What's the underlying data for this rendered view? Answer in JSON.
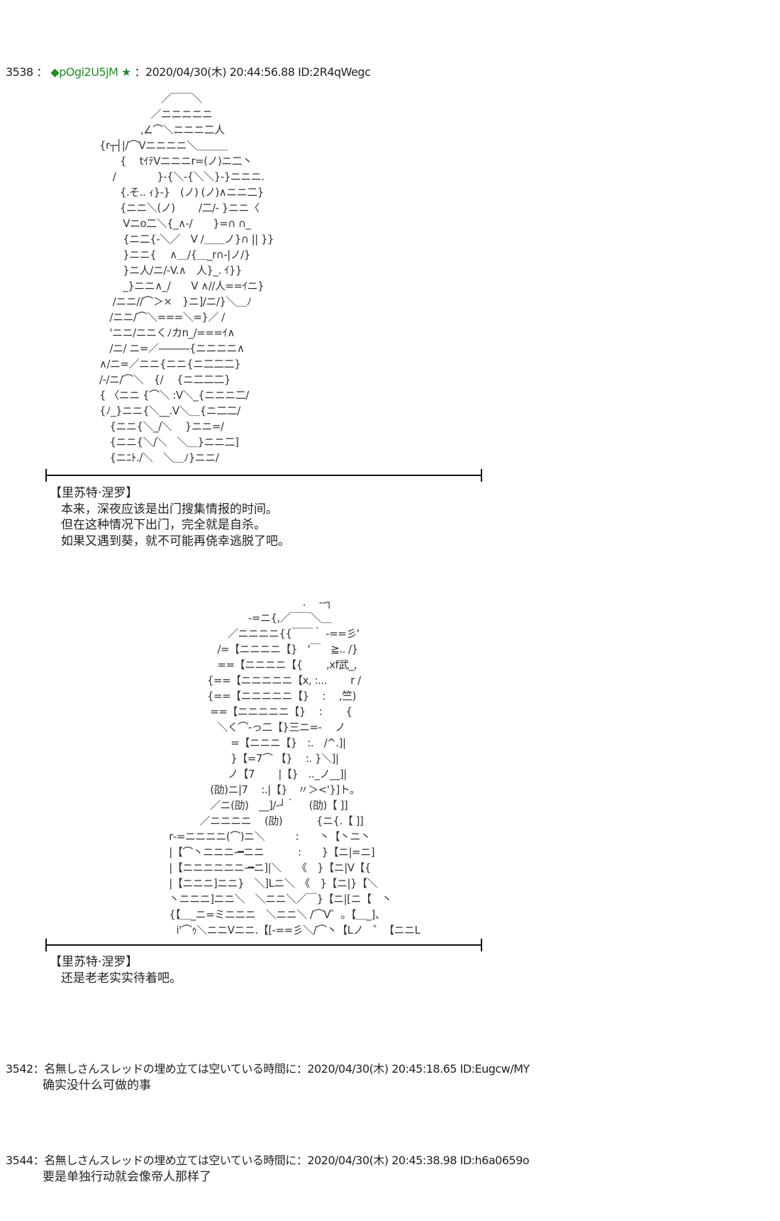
{
  "posts": [
    {
      "number": "3538",
      "sep": "：",
      "name": "◆pOgi2U5jM",
      "star": "★",
      "date": "：2020/04/30(木) 20:44:56.88 ID:2R4qWegc"
    },
    {
      "number": "3542",
      "name": "：名無しさんスレッドの埋め立ては空いている時間に：2020/04/30(木) 20:45:18.65 ID:Eugcw/MY",
      "body": "确实没什么可做的事"
    },
    {
      "number": "3544",
      "name": "：名無しさんスレッドの埋め立ては空いている時間に：2020/04/30(木) 20:45:38.98 ID:h6a0659o",
      "body": "要是单独行动就会像帝人那样了"
    }
  ],
  "art1": "　　　　　　／￣￣＼\n　　　　　／ニニニニニ\n　　　　,∠⌒＼ニニニ二人\n{r┬┤|/⌒Vニニニニ＼＿＿＿\n　　{　 tｲﾃVニニニr=(ノ)ニ二丶\n　 /　　　　}‐{＼‐{＼＼}‐}ニニニ.\n　　{.そ.. ｨ}‐}　(ノ) (ノ)∧ニニ二}\n　　{ニニ＼(ノ)　　 /二/‐ }ニニ〈\n　　 Vニo二＼{_∧‐/　　}=∩ ∩_\n　　 {ニ二{‐＼／　V /＿＿ノ}∩ || }}\n　　 }ニニ{　 ∧＿/{＿_r∩‐|ノ/}\n　　 }ニ人/ニ/‐V.∧　人}_. ｲ}}\n　　 _}ニニ∧_/　　V ∧//人==ｲニ}\n　 /ニニ//⌒＞×　}ニ]/ニ/}＼＿ﾉ\n　/ニニ/⌒＼===＼=}／ /\n　'ニニ/ニニくﾉカn_/===ｲ∧\n　/ニ/ ニ=／―――{ニニニニ∧\n∧/ニ=／ニニ{ニニ{ニ二二二}\n/‐/ニ/⌒＼　{/　 {ニ二二二}\n{ 〈ニニ {⌒＼ :V＼_{ニニニ二/\n{ﾉ_}ニニ{＼__.V＼＿{ニ二二/\n　{ニニ{＼_/＼　 }ニニ=/\n　{ニニ{＼/＼　＼＿}ニニ二]\n　{ニﾆﾄ./＼　＼＿ﾉ}ニニ/",
  "art2": "　　　　　　　　　　　　　　　 .　 ‐‐┐\n　　　　　　　　　　‐=ニ{,／￣￣＼＿\n　　　　　　　　／ニニニニ{{￣￣｀ ‐==彡'\n　　　　　　　/=【ニニニニ【}　'￣　≧.. /}\n　　　　　　　==【ニニニニ【{　　 ,xf武_,\n　　　　　　{==【ニニニニニ【x, :...　　 r /\n　　　　　　{==【ニニニニニ【}　 :　 ,竺)\n　　　　　　 ==【ニニニニニ【}　 :　　 {\n　　　　　　　＼く⌒‐っ二【}三ニ=-　 ノ\n　　　　　　　　 =【ニニニ【}　:.　/^.]|\n　　　　　　　　 }【=7⌒ 【}　 :. }＼]|\n　　　　　　　　ノ【7　　 |【}　.._ノ__]|\n　　　　　　 (劭)ニ|7　 :.|【}　〃＞<'}]ト。\n　　　　　　 ／ニ(劭)　__]/‐┘｀　 (劭)【 ]]\n　　　　　 ／ニニニニ　 (劭)　　　 {ニ{.【 ]]\n　　 r‐=ニニニニ(⌒)ニ＼　　　:　　丶【丶ニ丶\n　　 |【⌒丶ニニニ‐━ニニ　　　 :　　}【ニ|=ニ]\n　　 |【ニニニニニニ‐━ニ]|＼　　《　}【ニ|V【{\n　　 |【ニニニ]ニニ}　＼]Lニ＼　《　}【ニ|}【＼\n　　 丶ニニニ]ニニ＼　＼ニニ＼／￣}【ニ|[ニ【　丶\n　　 {【＿_ニ=ミニニニ　＼ニニ＼ /⌒V゜。【＿_]、\n　　　i'⌒ｩ＼ニニVニニ.【[‐==彡＼/⌒丶【Lノ　゜【ニニL",
  "dialogue1": {
    "speaker": "【里苏特·涅罗】",
    "lines": [
      "本来，深夜应该是出门搜集情报的时间。",
      "但在这种情况下出门，完全就是自杀。",
      "如果又遇到葵，就不可能再侥幸逃脱了吧。"
    ]
  },
  "dialogue2": {
    "speaker": "【里苏特·涅罗】",
    "lines": [
      "还是老老实实待着吧。"
    ]
  }
}
